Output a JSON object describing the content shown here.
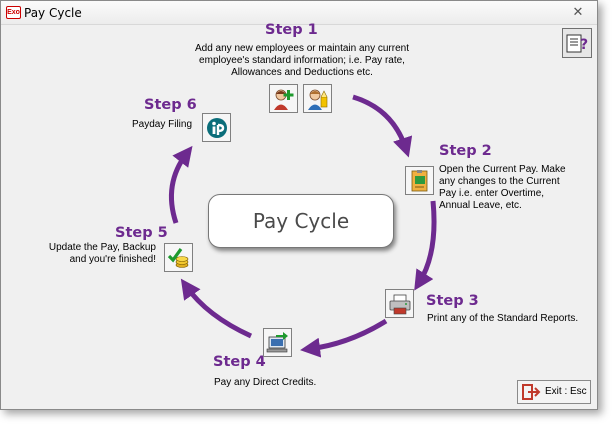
{
  "window": {
    "title": "Pay Cycle",
    "app_badge": "Exo"
  },
  "center_label": "Pay Cycle",
  "steps": [
    {
      "title": "Step 1",
      "description": [
        "Add any new employees or maintain any current",
        "employee's standard information; i.e. Pay rate,",
        "Allowances and Deductions etc."
      ]
    },
    {
      "title": "Step 2",
      "description": [
        "Open the Current Pay. Make",
        "any changes to the Current",
        "Pay i.e. enter Overtime,",
        "Annual Leave, etc."
      ]
    },
    {
      "title": "Step 3",
      "description": [
        "Print any of the Standard Reports."
      ]
    },
    {
      "title": "Step 4",
      "description": [
        "Pay any Direct Credits."
      ]
    },
    {
      "title": "Step 5",
      "description": [
        "Update the Pay, Backup",
        "and you're finished!"
      ]
    },
    {
      "title": "Step 6",
      "description": [
        "Payday Filing"
      ]
    }
  ],
  "exit_button": {
    "label": "Exit : Esc"
  },
  "colors": {
    "accent": "#6d2a8f",
    "background": "#f0f0f0"
  },
  "icons": [
    "add-employee-icon",
    "maintain-employee-icon",
    "open-pay-icon",
    "printer-icon",
    "computer-transfer-icon",
    "update-checkmark-icon",
    "payday-filing-icon",
    "help-book-icon",
    "exit-icon"
  ]
}
